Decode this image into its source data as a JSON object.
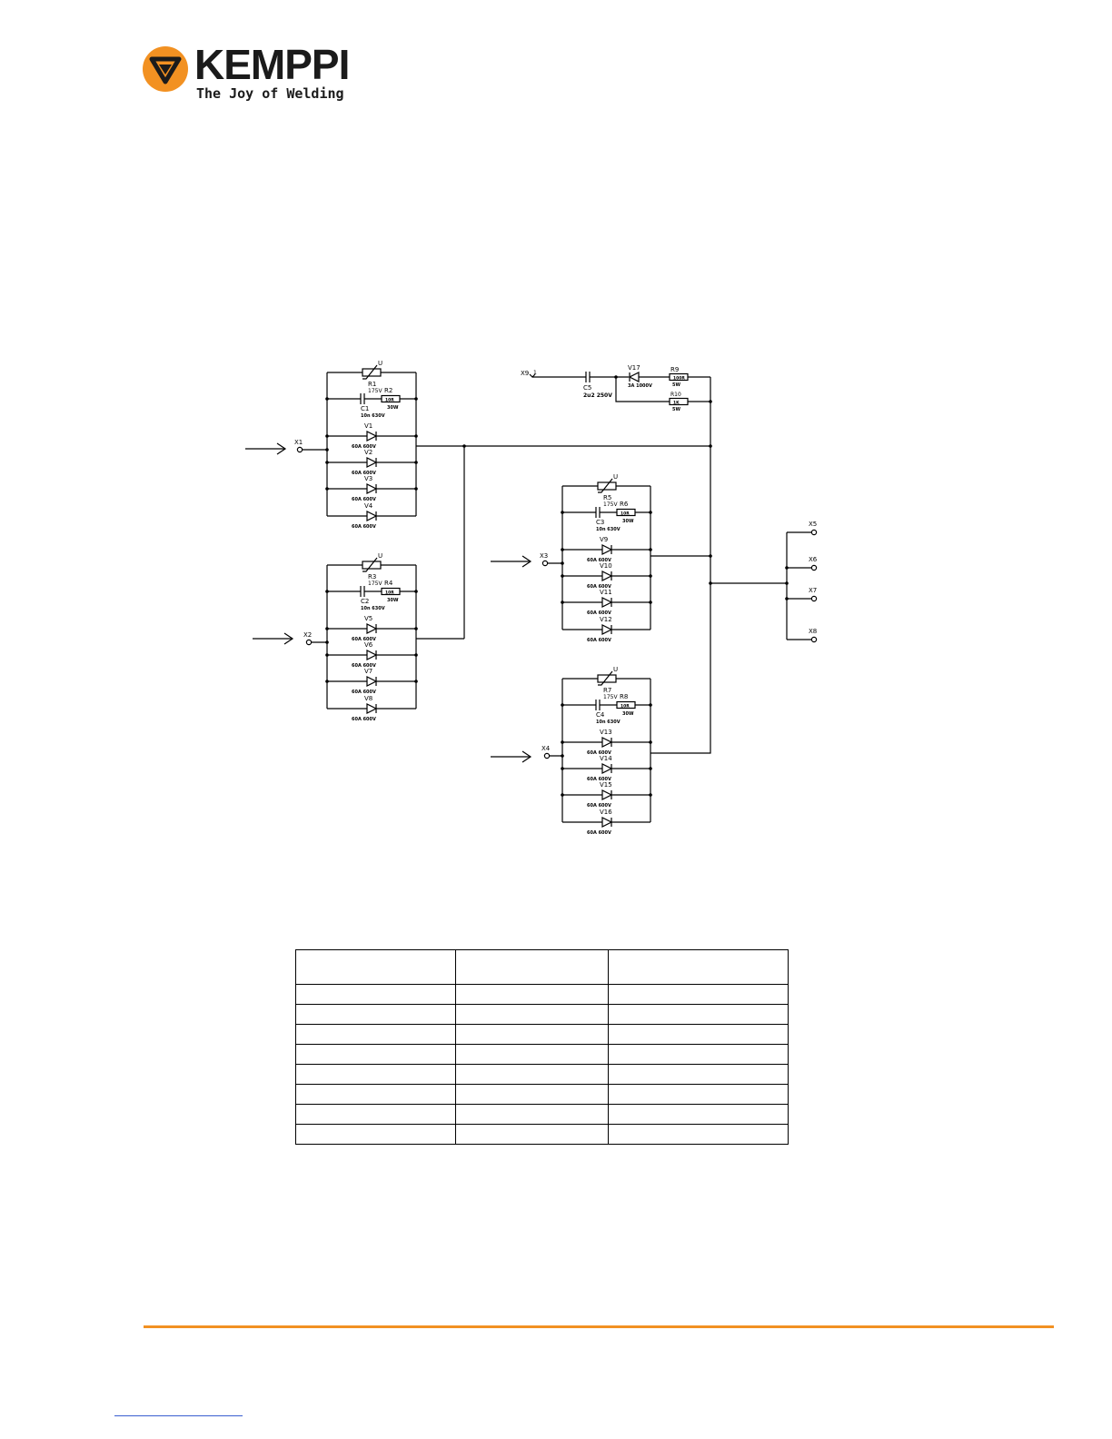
{
  "logo": {
    "brand": "KEMPPI",
    "tagline": "The Joy of Welding",
    "color": "#f29122"
  },
  "diagram": {
    "terminals": {
      "x1": "X1",
      "x2": "X2",
      "x3": "X3",
      "x4": "X4",
      "x5": "X5",
      "x6": "X6",
      "x7": "X7",
      "x8": "X8",
      "x9": "X9"
    },
    "x9_pin": "1",
    "modules": {
      "m1": {
        "varistor": "R1",
        "varistor_rating": "175V",
        "capacitor": "C1",
        "capacitor_rating": "10n 630V",
        "resistor": "R2",
        "resistor_value": "10R",
        "resistor_power": "30W",
        "diodes": [
          "V1",
          "V2",
          "V3",
          "V4"
        ],
        "diode_ratings": [
          "60A 600V",
          "60A 600V",
          "60A 600V",
          "60A 600V"
        ]
      },
      "m2": {
        "varistor": "R3",
        "varistor_rating": "175V",
        "capacitor": "C2",
        "capacitor_rating": "10n 630V",
        "resistor": "R4",
        "resistor_value": "10R",
        "resistor_power": "30W",
        "diodes": [
          "V5",
          "V6",
          "V7",
          "V8"
        ],
        "diode_ratings": [
          "60A 600V",
          "60A 600V",
          "60A 600V",
          "60A 600V"
        ]
      },
      "m3": {
        "varistor": "R5",
        "varistor_rating": "175V",
        "capacitor": "C3",
        "capacitor_rating": "10n 630V",
        "resistor": "R6",
        "resistor_value": "10R",
        "resistor_power": "30W",
        "diodes": [
          "V9",
          "V10",
          "V11",
          "V12"
        ],
        "diode_ratings": [
          "60A 600V",
          "60A 600V",
          "60A 600V",
          "60A 600V"
        ]
      },
      "m4": {
        "varistor": "R7",
        "varistor_rating": "175V",
        "capacitor": "C4",
        "capacitor_rating": "10n 630V",
        "resistor": "R8",
        "resistor_value": "10R",
        "resistor_power": "30W",
        "diodes": [
          "V13",
          "V14",
          "V15",
          "V16"
        ],
        "diode_ratings": [
          "60A 600V",
          "60A 600V",
          "60A 600V",
          "60A 600V"
        ]
      }
    },
    "aux": {
      "c5": "C5",
      "c5_rating": "2u2 250V",
      "v17": "V17",
      "v17_rating": "3A 1000V",
      "r9": "R9",
      "r9_value": "100R",
      "r9_power": "5W",
      "r10": "R10",
      "r10_value": "1K",
      "r10_power": "5W"
    },
    "varistor_symbol": "U"
  },
  "table": {
    "rows": 9,
    "cols": 3
  }
}
